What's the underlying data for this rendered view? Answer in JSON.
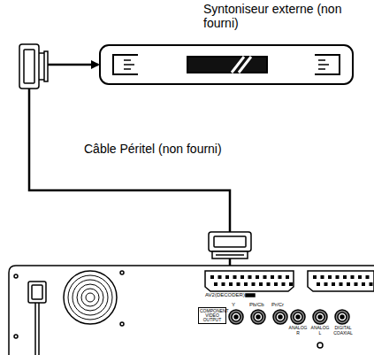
{
  "diagram": {
    "nodes": [
      {
        "text": [
          "Syntoniseur externe (non fourni)"
        ]
      },
      {
        "text": [
          "AV2(DECODER)",
          "COMPONENT VIDEO OUTPUT",
          "Y",
          "Pb/Cb",
          "Pr/Cr",
          "ANALOG R",
          "ANALOG L",
          "DIGITAL COAXIAL"
        ]
      }
    ],
    "edges": [
      {
        "from": 1,
        "to": 0,
        "arrow": "to",
        "label": "Câble Péritel (non fourni)"
      }
    ]
  }
}
